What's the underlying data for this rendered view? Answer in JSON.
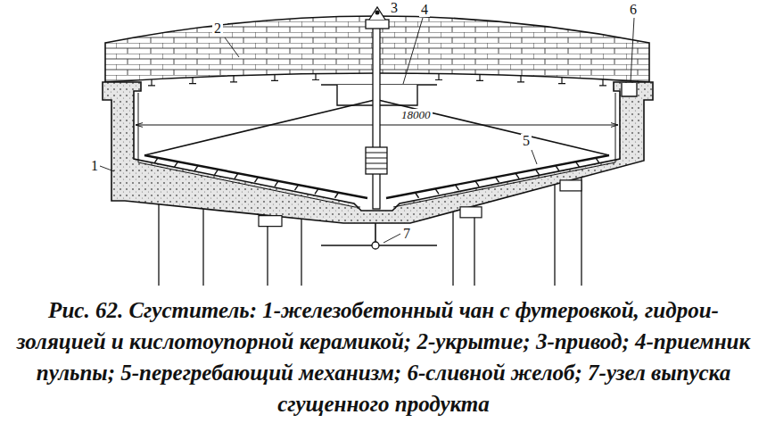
{
  "diagram": {
    "caption": "Рис. 62. Сгуститель: 1-железобетонный чан с футеровкой, гидрои-золяцией и кислотоупорной керамикой; 2-укрытие; 3-привод; 4-приемник пульпы; 5-перегребающий механизм; 6-сливной желоб; 7-узел выпуска сгущенного продукта",
    "labels": [
      "1",
      "2",
      "3",
      "4",
      "5",
      "6",
      "7",
      "18000"
    ]
  }
}
